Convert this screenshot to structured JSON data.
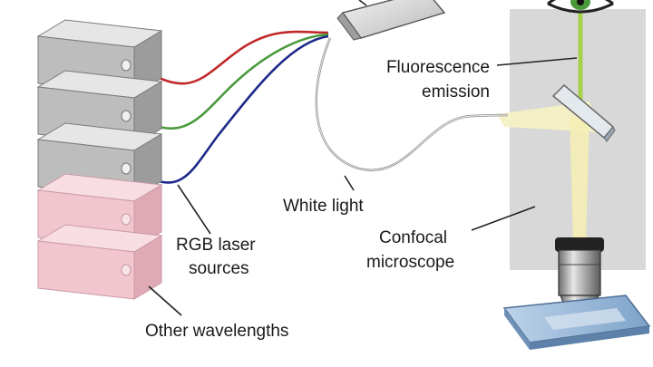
{
  "labels": {
    "fluorescence_line1": "Fluorescence",
    "fluorescence_line2": "emission",
    "white_light": "White light",
    "confocal_line1": "Confocal",
    "confocal_line2": "microscope",
    "rgb_line1": "RGB laser",
    "rgb_line2": "sources",
    "other": "Other wavelengths"
  },
  "colors": {
    "red_fiber": "#c0282a",
    "green_fiber": "#4a9a3c",
    "blue_fiber": "#1e2a8a",
    "white_fiber": "#8a8a8a",
    "laser_box": "#bdbdbd",
    "other_box": "#f2c6cf",
    "microscope_panel": "#d8d8d8",
    "emission_beam": "#a6cf4a",
    "excitation_beam": "#f6f1c4"
  },
  "icons": [
    "eye-icon",
    "objective-lens-icon",
    "dichroic-mirror-icon",
    "slide-icon",
    "fiber-coupler-icon"
  ]
}
